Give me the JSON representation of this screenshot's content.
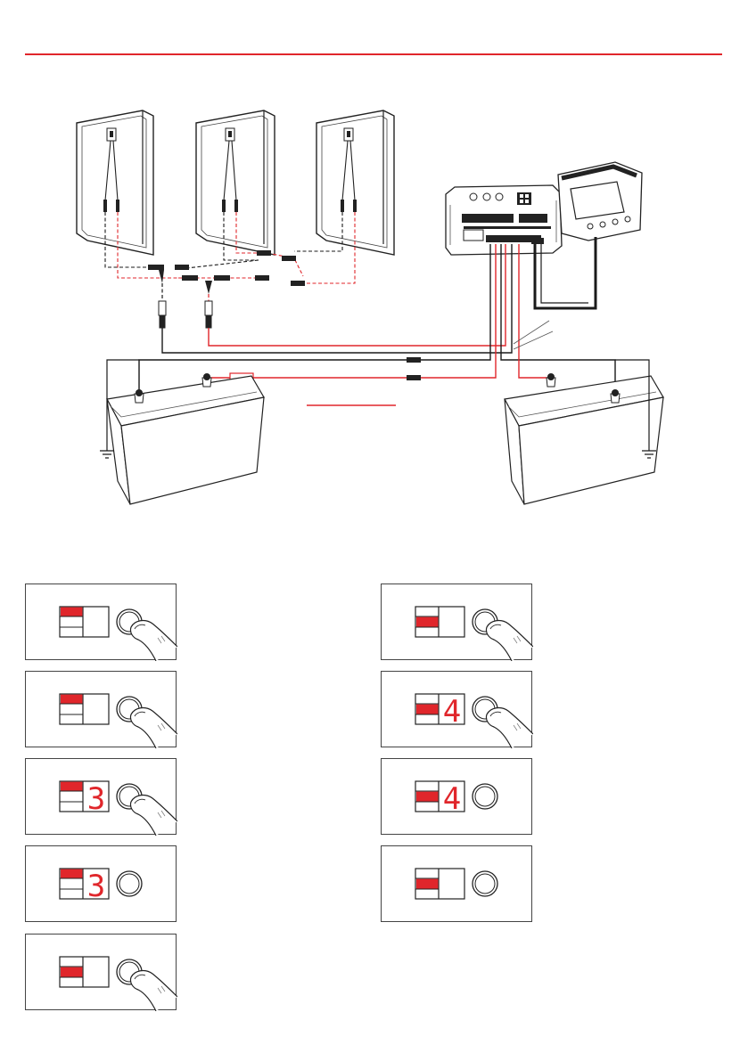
{
  "colors": {
    "accent": "#e0262b",
    "wire_black": "#1a1a1a",
    "outline": "#222222"
  },
  "icons": [
    "solar-panel-icon",
    "mc4-connector-icon",
    "charge-controller-icon",
    "remote-meter-icon",
    "battery-icon",
    "ground-symbol-icon",
    "fuse-icon",
    "seven-segment-display-icon",
    "push-button-icon",
    "finger-press-icon"
  ],
  "steps": [
    {
      "segment": "top",
      "digit": "",
      "pressed": true
    },
    {
      "segment": "upper",
      "digit": "",
      "pressed": true
    },
    {
      "segment": "upper",
      "digit": "3",
      "pressed": true
    },
    {
      "segment": "upper",
      "digit": "3",
      "pressed": false
    },
    {
      "segment": "middle",
      "digit": "",
      "pressed": true
    },
    {
      "segment": "middle",
      "digit": "",
      "pressed": true
    },
    {
      "segment": "middle",
      "digit": "4",
      "pressed": true
    },
    {
      "segment": "middle",
      "digit": "4",
      "pressed": false
    },
    {
      "segment": "middle",
      "digit": "",
      "pressed": false
    }
  ]
}
